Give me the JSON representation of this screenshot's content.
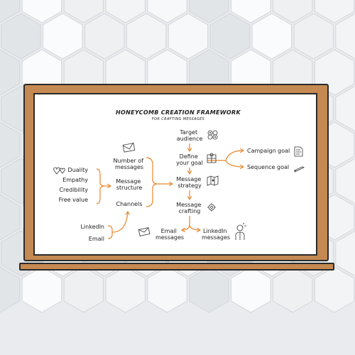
{
  "diagram": {
    "title": "HONEYCOMB CREATION FRAMEWORK",
    "subtitle": "FOR CRAFTING MESSAGES",
    "nodes": {
      "target_audience": [
        "Target",
        "audience"
      ],
      "define_goal": [
        "Define",
        "your goal"
      ],
      "campaign_goal": "Campaign goal",
      "sequence_goal": "Sequence goal",
      "message_strategy": [
        "Message",
        "strategy"
      ],
      "message_crafting": [
        "Message",
        "crafting"
      ],
      "number_of_messages": [
        "Number of",
        "messages"
      ],
      "message_structure": [
        "Message",
        "structure"
      ],
      "channels": "Channels",
      "duality": "Duality",
      "empathy": "Empathy",
      "credibility": "Credibility",
      "free_value": "Free value",
      "linkedin": "LinkedIn",
      "email": "Email",
      "email_messages": [
        "Email",
        "messages"
      ],
      "linkedin_messages": [
        "LinkedIn",
        "messages"
      ]
    }
  },
  "colors": {
    "arrow": "#e8862a",
    "frame": "#c58a52",
    "board": "#ffffff",
    "background": "#e9ebee"
  },
  "icons": [
    "cogs-icon",
    "puzzle-icon",
    "map-icon",
    "gear-icon",
    "document-icon",
    "pen-icon",
    "mail-icon",
    "hearts-icon",
    "envelope-icon",
    "person-icon"
  ]
}
